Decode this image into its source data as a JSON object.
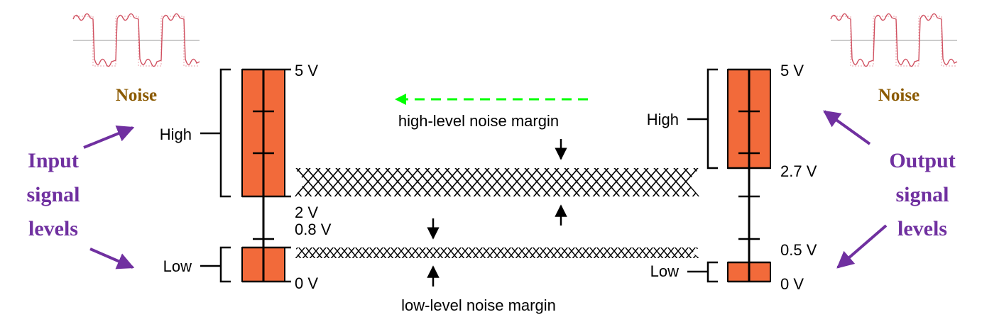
{
  "colors": {
    "bar_fill": "#f26a3a",
    "purple": "#7030a0",
    "noise_label": "#8b5a00",
    "green_arrow": "#00ff00",
    "waveform": "#d05060",
    "ink": "#000000"
  },
  "labels": {
    "noise_left": "Noise",
    "noise_right": "Noise",
    "input_title": [
      "Input",
      "signal",
      "levels"
    ],
    "output_title": [
      "Output",
      "signal",
      "levels"
    ],
    "input_high": "High",
    "input_low": "Low",
    "output_high": "High",
    "output_low": "Low",
    "v_in_5": "5 V",
    "v_in_2": "2 V",
    "v_in_08": "0.8 V",
    "v_in_0": "0 V",
    "v_out_5": "5 V",
    "v_out_27": "2.7 V",
    "v_out_05": "0.5 V",
    "v_out_0": "0 V",
    "high_margin": "high-level noise margin",
    "low_margin": "low-level noise margin"
  },
  "icons": {
    "waveform": "noisy-square-wave-icon",
    "green_arrow": "dashed-left-arrow-icon",
    "purple_arrow": "purple-arrow-icon"
  }
}
